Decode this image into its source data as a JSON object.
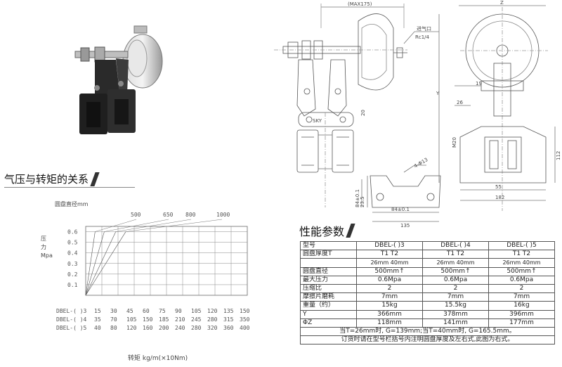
{
  "section_pressure_torque": "气压与转矩的关系",
  "section_params": "性能参数",
  "chart_data": {
    "type": "line",
    "title": "",
    "top_axis_label": "圆盘直径mm",
    "top_ticks": [
      "500",
      "650",
      "800",
      "1000"
    ],
    "ylabel_lines": [
      "压",
      "力",
      "Mpa"
    ],
    "y_ticks": [
      "0.1",
      "0.2",
      "0.3",
      "0.4",
      "0.5",
      "0.6"
    ],
    "ylim": [
      0,
      0.65
    ],
    "xlabel": "转矩 kg/m(×10Nm)",
    "model_rows": [
      {
        "label": "DBEL-( )3",
        "values": [
          "15",
          "30",
          "45",
          "60",
          "75",
          "90",
          "105",
          "120",
          "135",
          "150"
        ]
      },
      {
        "label": "DBEL-( )4",
        "values": [
          "35",
          "70",
          "105",
          "150",
          "185",
          "210",
          "245",
          "280",
          "315",
          "350"
        ]
      },
      {
        "label": "DBEL-( )5",
        "values": [
          "40",
          "80",
          "120",
          "160",
          "200",
          "240",
          "280",
          "320",
          "360",
          "400"
        ]
      }
    ],
    "series": [
      {
        "name": "500",
        "points": [
          [
            0,
            0
          ],
          [
            0.58,
            0.6
          ]
        ]
      },
      {
        "name": "650",
        "points": [
          [
            0,
            0
          ],
          [
            1.15,
            0.6
          ]
        ]
      },
      {
        "name": "800",
        "points": [
          [
            0,
            0
          ],
          [
            1.86,
            0.6
          ]
        ]
      },
      {
        "name": "1000",
        "points": [
          [
            0,
            0
          ],
          [
            2.48,
            0.6
          ]
        ]
      }
    ],
    "grid": true
  },
  "spec_table": {
    "header": [
      "型号",
      "DBEL-( )3",
      "DBEL-( )4",
      "DBEL-( )5"
    ],
    "rows": [
      [
        "圆盘厚度T",
        "T1   T2",
        "T1   T2",
        "T1   T2"
      ],
      [
        "",
        "26mm  40mm",
        "26mm  40mm",
        "26mm  40mm"
      ],
      [
        "圆盘直径",
        "500mm↑",
        "500mm↑",
        "500mm↑"
      ],
      [
        "最大压力",
        "0.6Mpa",
        "0.6Mpa",
        "0.6Mpa"
      ],
      [
        "压缩比",
        "2",
        "2",
        "2"
      ],
      [
        "摩擦片磨耗",
        "7mm",
        "7mm",
        "7mm"
      ],
      [
        "重量（约）",
        "15kg",
        "15.5kg",
        "16kg"
      ],
      [
        "Y",
        "366mm",
        "378mm",
        "396mm"
      ],
      [
        "ΦZ",
        "118mm",
        "141mm",
        "177mm"
      ]
    ],
    "note1": "当T=26mm时, G=139mm;当T=40mm时, G=165.5mm。",
    "note2": "订货时请在型号栏括号内注明圆盘厚度及左右式,此图为右式。"
  },
  "drawing": {
    "max_label": "(MAX175)",
    "inlet_label": "进气口",
    "thread_label": "Rc1/4",
    "dim_20": "20",
    "dim_23": "23.5",
    "dim_84a": "84±0.1",
    "dim_84b": "84±0.1",
    "dim_135": "135",
    "hole_label": "4-Φ13",
    "dim_19": "19",
    "dim_26": "26",
    "dim_55": "55",
    "dim_182": "182",
    "dim_112": "112",
    "dim_Y": "Y",
    "dim_Z": "Z",
    "dim_M": "M20",
    "maker": "SKY"
  }
}
